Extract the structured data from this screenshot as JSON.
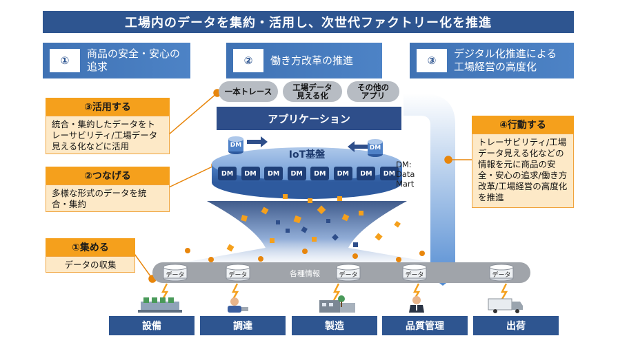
{
  "title": "工場内のデータを集約・活用し、次世代ファクトリー化を推進",
  "goals": [
    {
      "num": "①",
      "text": "商品の安全・安心の追求"
    },
    {
      "num": "②",
      "text": "働き方改革の推進"
    },
    {
      "num": "③",
      "text": "デジタル化推進による工場経営の高度化"
    }
  ],
  "steps": {
    "use": {
      "head": "③活用する",
      "body": "統合・集約したデータをトレーサビリティ/工場データ見える化などに活用"
    },
    "connect": {
      "head": "②つなげる",
      "body": "多様な形式のデータを統合・集約"
    },
    "collect": {
      "head": "①集める",
      "body": "データの収集"
    },
    "act": {
      "head": "④行動する",
      "body": "トレーサビリティ/工場データ見える化などの情報を元に商品の安全・安心の追求/働き方改革/工場経営の高度化を推進"
    }
  },
  "apps": [
    "一本トレース",
    "工場データ見える化",
    "その他のアプリ"
  ],
  "application_label": "アプリケーション",
  "platform": {
    "label": "IoT基盤",
    "dm": "DM",
    "dm_legend": "DM: Data Mart"
  },
  "floor": {
    "label": "各種情報",
    "data_label": "データ"
  },
  "categories": [
    "設備",
    "調達",
    "製造",
    "品質管理",
    "出荷"
  ],
  "colors": {
    "navy": "#2e5590",
    "orange": "#f5a01c",
    "accent_orange": "#e8860c",
    "light_blue": "#5a8fd0"
  }
}
